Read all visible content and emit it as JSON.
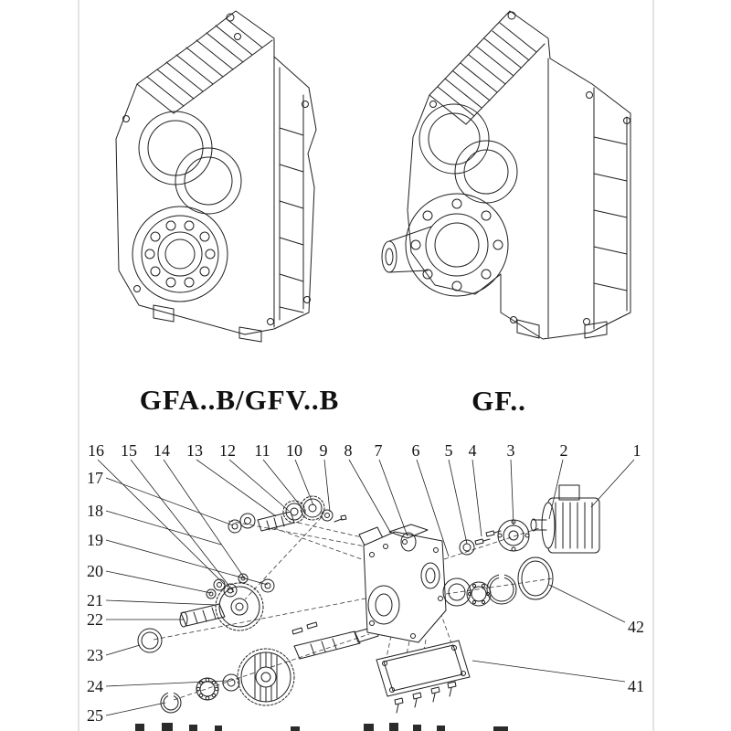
{
  "colors": {
    "line": "#1f1f1f",
    "paper": "#ffffff"
  },
  "models": {
    "left_label": "GFA..B/GFV..B",
    "right_label": "GF.."
  },
  "exploded": {
    "top_numbers": [
      "16",
      "15",
      "14",
      "13",
      "12",
      "11",
      "10",
      "9",
      "8",
      "7",
      "6",
      "5",
      "4",
      "3",
      "2",
      "1"
    ],
    "left_numbers": [
      "17",
      "18",
      "19",
      "20",
      "21",
      "22",
      "23",
      "24",
      "25"
    ],
    "right_numbers": [
      "42",
      "41"
    ]
  }
}
